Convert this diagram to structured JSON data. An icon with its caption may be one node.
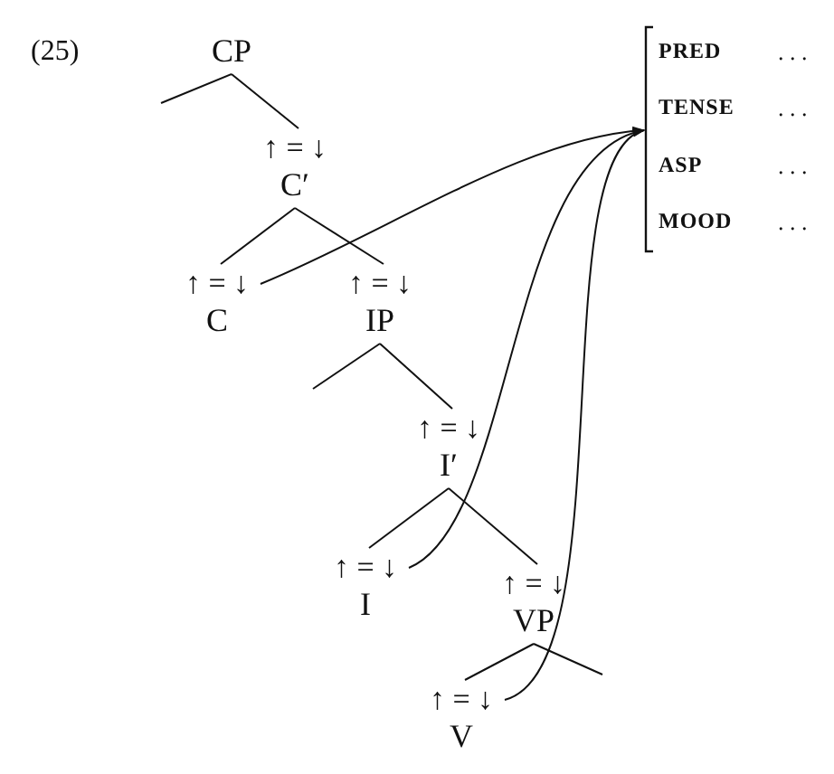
{
  "diagram": {
    "nodes": [
      {
        "text": [
          "CP"
        ]
      },
      {
        "text": [
          "↑ = ↓",
          "C′"
        ]
      },
      {
        "text": [
          "↑ = ↓",
          "C"
        ]
      },
      {
        "text": [
          "↑ = ↓",
          "IP"
        ]
      },
      {
        "text": [
          "↑ = ↓",
          "I′"
        ]
      },
      {
        "text": [
          "↑ = ↓",
          "I"
        ]
      },
      {
        "text": [
          "↑ = ↓",
          "VP"
        ]
      },
      {
        "text": [
          "↑ = ↓",
          "V"
        ]
      },
      {
        "text": [
          "PRED",
          ". . .",
          "TENSE",
          ". . .",
          "ASP",
          ". . .",
          "MOOD",
          ". . ."
        ]
      }
    ],
    "edges": [
      {
        "from": 0,
        "to": null,
        "arrow": "none"
      },
      {
        "from": 0,
        "to": 1,
        "arrow": "none"
      },
      {
        "from": 1,
        "to": 2,
        "arrow": "none"
      },
      {
        "from": 1,
        "to": 3,
        "arrow": "none"
      },
      {
        "from": 3,
        "to": null,
        "arrow": "none"
      },
      {
        "from": 3,
        "to": 4,
        "arrow": "none"
      },
      {
        "from": 4,
        "to": 5,
        "arrow": "none"
      },
      {
        "from": 4,
        "to": 6,
        "arrow": "none"
      },
      {
        "from": 6,
        "to": null,
        "arrow": "none"
      },
      {
        "from": 6,
        "to": 7,
        "arrow": "none"
      },
      {
        "from": 2,
        "to": 8,
        "arrow": "to"
      },
      {
        "from": 5,
        "to": 8,
        "arrow": "to"
      },
      {
        "from": 7,
        "to": 8,
        "arrow": "to"
      }
    ],
    "labels": [
      "(25)"
    ]
  }
}
